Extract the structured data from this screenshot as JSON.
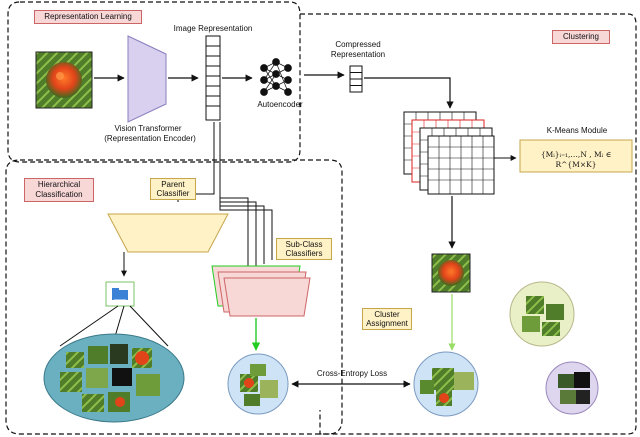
{
  "labels": {
    "representation_learning": "Representation Learning",
    "clustering": "Clustering",
    "hierarchical_classification": "Hierarchical Classification",
    "image_representation": "Image Representation",
    "compressed_representation": "Compressed Representation",
    "autoencoder": "Autoencoder",
    "vision_transformer": "Vision Transformer",
    "representation_encoder": "(Representation Encoder)",
    "kmeans_module": "K-Means Module",
    "kmeans_formula": "{Mᵢ}ᵢ₌₁,…,N , Mᵢ ∈ R^{M×K}",
    "parent_classifier": "Parent Classifier",
    "subclass_classifiers": "Sub-Class Classifiers",
    "cluster_assignment": "Cluster Assignment",
    "cross_entropy_loss": "Cross-Entropy Loss"
  },
  "colors": {
    "pink_fill": "#f8d7d7",
    "yellow_fill": "#fff2c6",
    "red_grid": "#dd2222",
    "green_arrow": "#22cc22",
    "light_green_arrow": "#99dd66",
    "blue_circle": "#cfe3f7",
    "teal_circle": "#6ab0c0",
    "olive_circle": "#e9efc7",
    "purple_circle": "#ddd6ee",
    "folder_green": "#7cc36a"
  },
  "icons": [
    "flower-image-icon",
    "folder-icon",
    "neural-network-icon"
  ]
}
